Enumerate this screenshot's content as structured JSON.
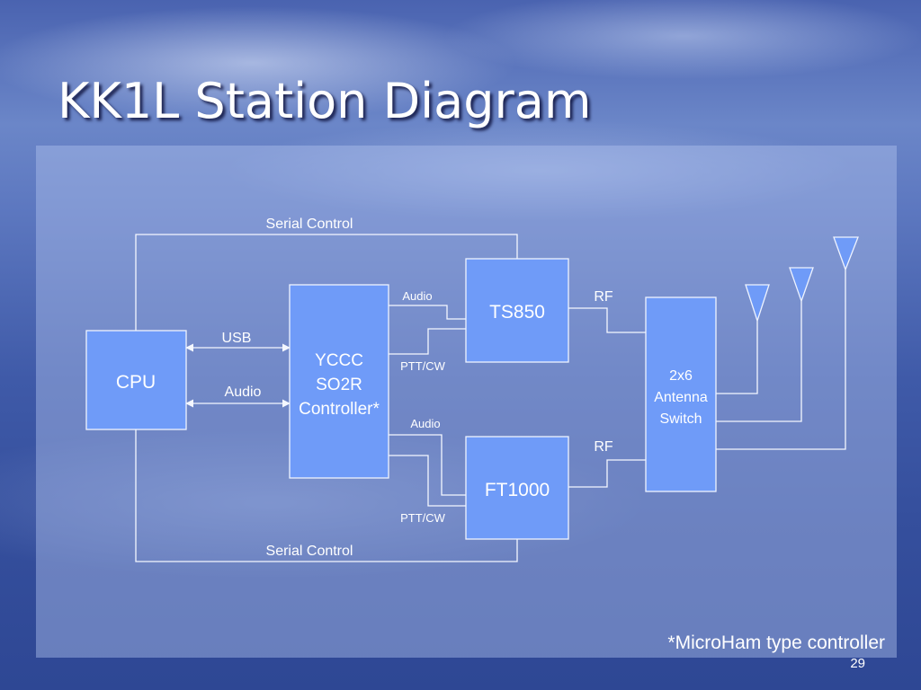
{
  "slide": {
    "title": "KK1L Station Diagram",
    "footnote": "*MicroHam type controller",
    "page_number": "29"
  },
  "diagram": {
    "blocks": {
      "cpu": "CPU",
      "so2r": [
        "YCCC",
        "SO2R",
        "Controller*"
      ],
      "ts850": "TS850",
      "ft1000": "FT1000",
      "antenna_switch": [
        "2x6",
        "Antenna",
        "Switch"
      ]
    },
    "labels": {
      "serial_control_top": "Serial Control",
      "serial_control_bottom": "Serial Control",
      "usb": "USB",
      "cpu_audio": "Audio",
      "ts850_audio": "Audio",
      "ts850_ptt": "PTT/CW",
      "ft1000_audio": "Audio",
      "ft1000_ptt": "PTT/CW",
      "rf_ts850": "RF",
      "rf_ft1000": "RF"
    }
  }
}
